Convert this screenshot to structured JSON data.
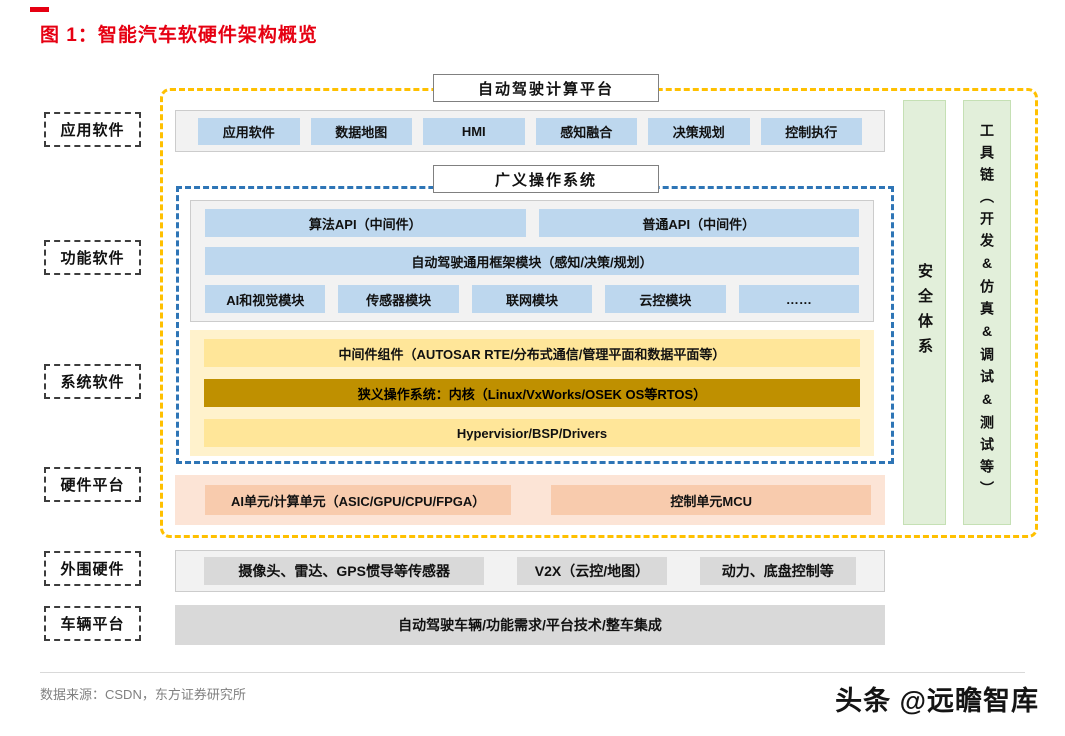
{
  "figure": {
    "title": "图 1：智能汽车软硬件架构概览",
    "source": "数据来源：CSDN，东方证券研究所",
    "watermark": "头条 @远瞻智库"
  },
  "colors": {
    "title_red": "#e60012",
    "yellow_border": "#ffc000",
    "blue_border": "#2e75b6",
    "blue_box": "#bdd7ee",
    "yellow_box": "#ffe699",
    "dark_gold_box": "#bf9000",
    "orange_box": "#f8cbad",
    "green_bar": "#e2efda",
    "gray_box": "#d9d9d9"
  },
  "left_labels": [
    "应用软件",
    "功能软件",
    "系统软件",
    "硬件平台",
    "外围硬件",
    "车辆平台"
  ],
  "platform_header": "自动驾驶计算平台",
  "app_row": [
    "应用软件",
    "数据地图",
    "HMI",
    "感知融合",
    "决策规划",
    "控制执行"
  ],
  "os_header": "广义操作系统",
  "functional": {
    "api_left": "算法API（中间件）",
    "api_right": "普通API（中间件）",
    "framework": "自动驾驶通用框架模块（感知/决策/规划）",
    "modules": [
      "AI和视觉模块",
      "传感器模块",
      "联网模块",
      "云控模块",
      "……"
    ]
  },
  "system_software": {
    "middleware": "中间件组件（AUTOSAR RTE/分布式通信/管理平面和数据平面等）",
    "kernel": "狭义操作系统：内核（Linux/VxWorks/OSEK OS等RTOS）",
    "drivers": "Hypervisior/BSP/Drivers"
  },
  "hardware_row": [
    "AI单元/计算单元（ASIC/GPU/CPU/FPGA）",
    "控制单元MCU"
  ],
  "side_bars": [
    "安全体系",
    "工具链（开发&仿真&调试&测试等）"
  ],
  "peripheral_row": [
    "摄像头、雷达、GPS惯导等传感器",
    "V2X（云控/地图）",
    "动力、底盘控制等"
  ],
  "vehicle_row": "自动驾驶车辆/功能需求/平台技术/整车集成"
}
